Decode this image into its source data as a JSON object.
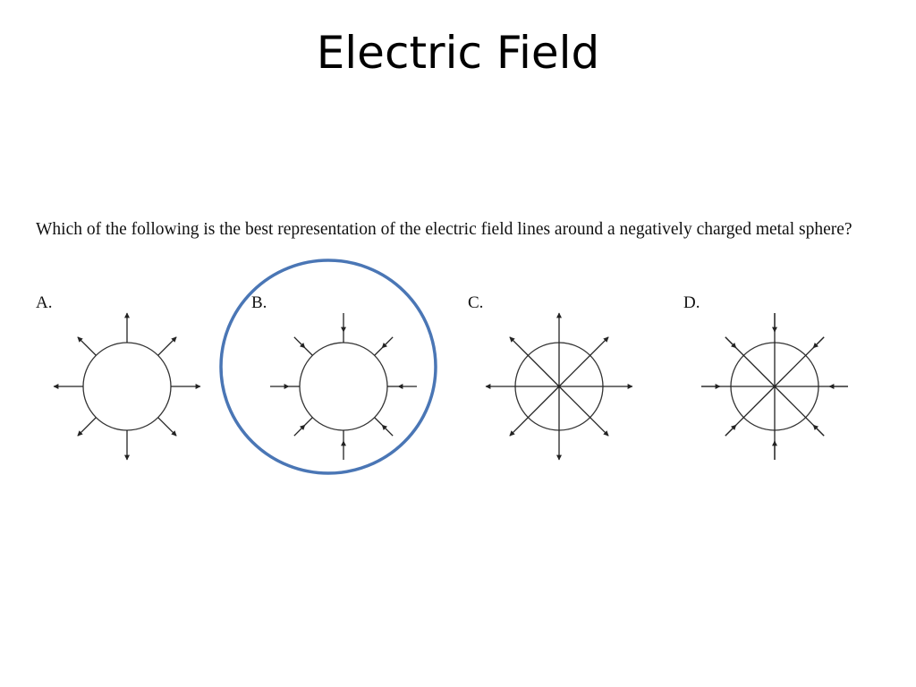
{
  "slide": {
    "title": "Electric Field",
    "question": "Which of the following is the best representation of the electric field lines around a negatively charged metal sphere?"
  },
  "options": [
    {
      "label": "A.",
      "field_direction": "outward",
      "lines_through_sphere": false
    },
    {
      "label": "B.",
      "field_direction": "inward",
      "lines_through_sphere": false
    },
    {
      "label": "C.",
      "field_direction": "outward",
      "lines_through_sphere": true
    },
    {
      "label": "D.",
      "field_direction": "inward",
      "lines_through_sphere": true
    }
  ],
  "highlight": {
    "selected_option": "B.",
    "color": "#4a76b5"
  }
}
